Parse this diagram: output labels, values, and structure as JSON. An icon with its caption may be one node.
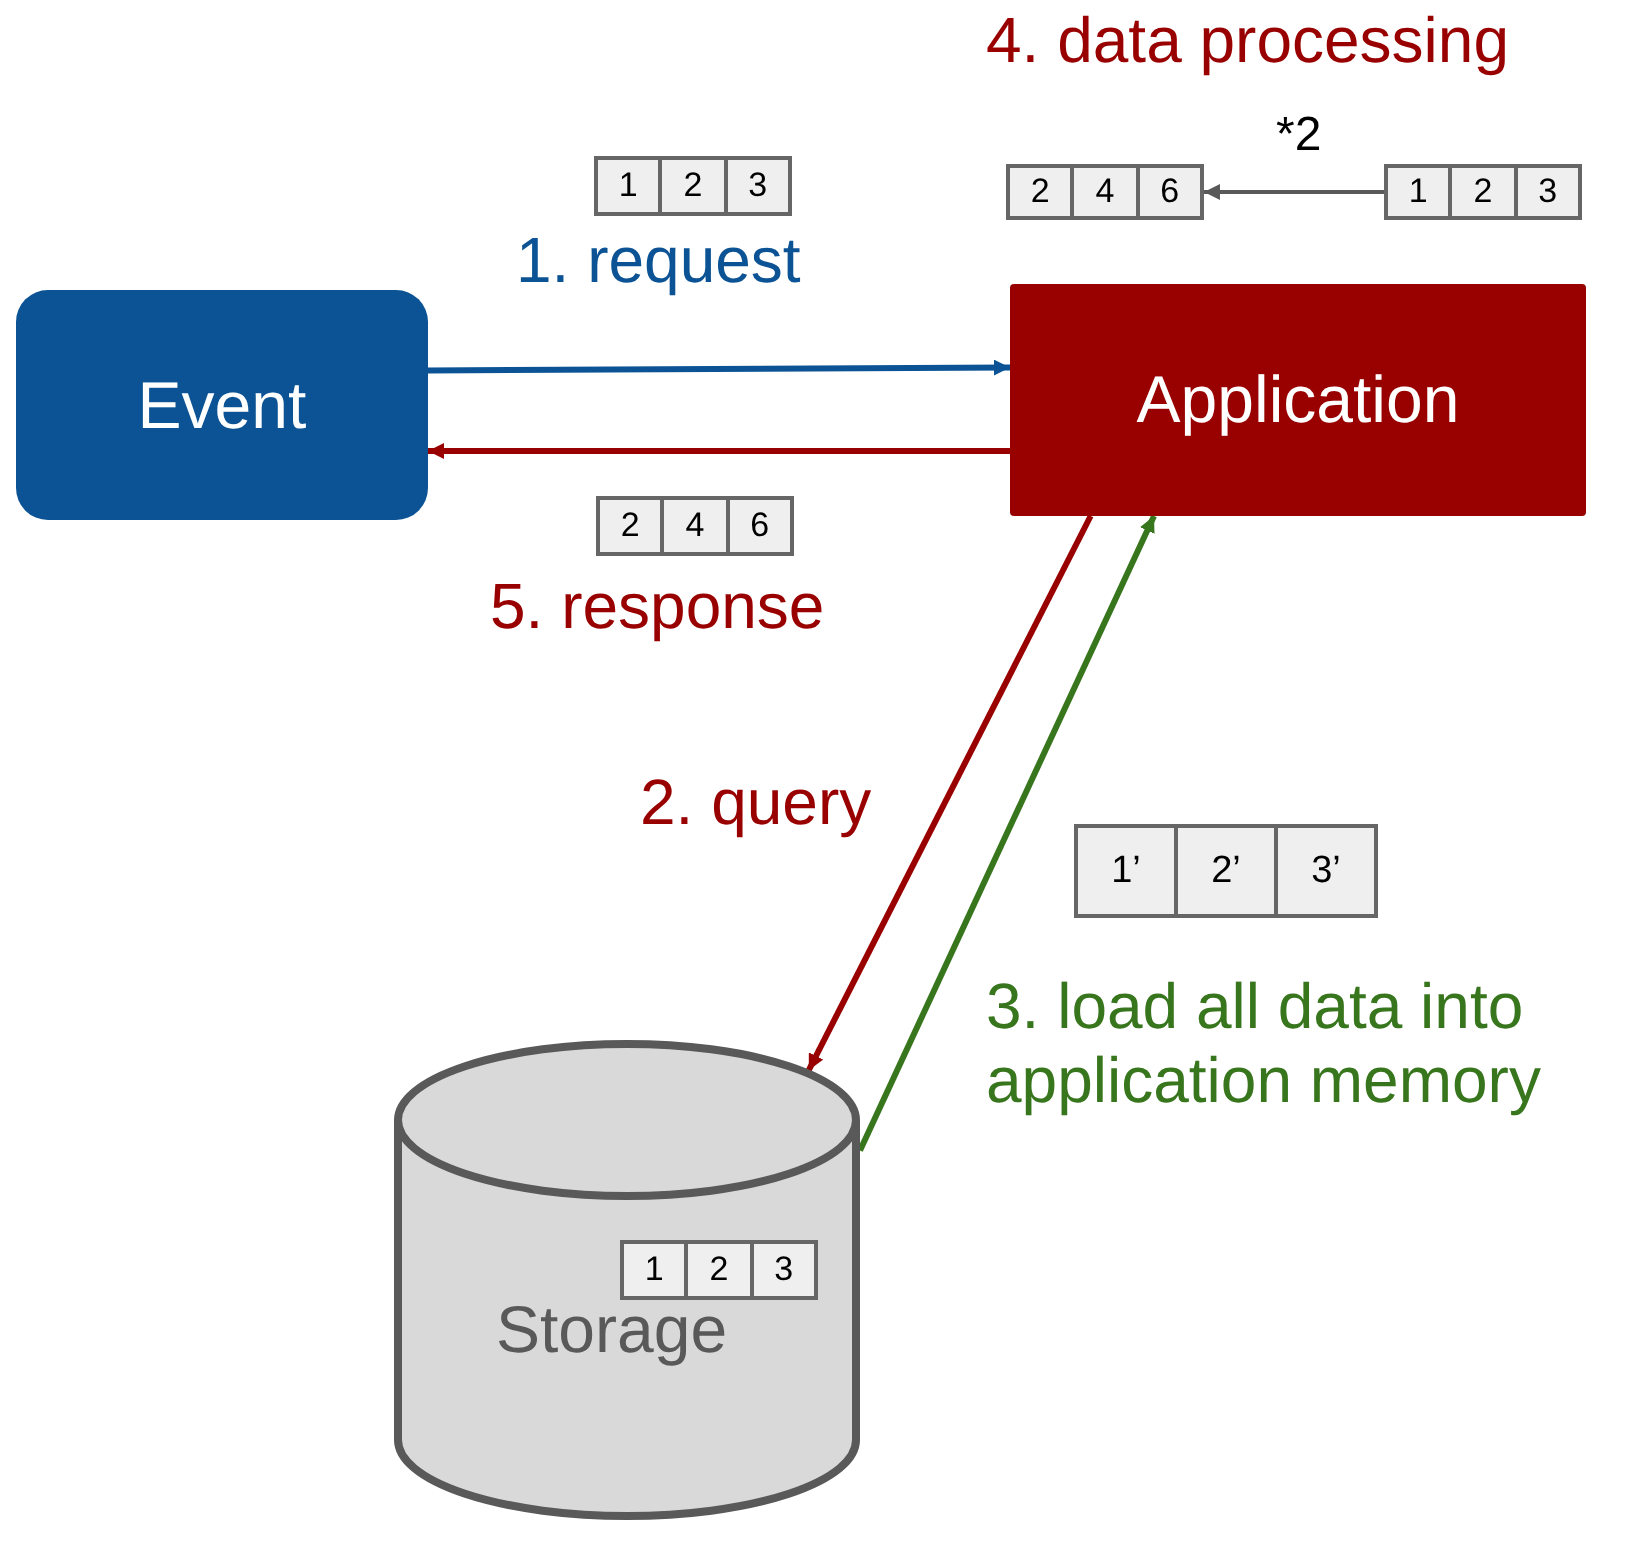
{
  "diagram": {
    "nodes": [
      {
        "text": [
          "Event"
        ]
      },
      {
        "text": [
          "Application"
        ]
      },
      {
        "text": [
          "1",
          "2",
          "3"
        ]
      },
      {
        "text": [
          "2",
          "4",
          "6"
        ]
      },
      {
        "text": [
          "2",
          "4",
          "6"
        ]
      },
      {
        "text": [
          "1",
          "2",
          "3"
        ]
      },
      {
        "text": [
          "1’",
          "2’",
          "3’"
        ]
      },
      {
        "text": [
          "Storage"
        ]
      },
      {
        "text": [
          "1",
          "2",
          "3"
        ],
        "in": 7
      }
    ],
    "edges": [
      {
        "from": 0,
        "to": 1,
        "arrow": "to",
        "label": "1. request",
        "color": "#0b5394"
      },
      {
        "from": 1,
        "to": 0,
        "arrow": "to",
        "label": "5. response",
        "color": "#990000"
      },
      {
        "from": 1,
        "to": 7,
        "arrow": "to",
        "label": "2. query",
        "color": "#990000"
      },
      {
        "from": 7,
        "to": 1,
        "arrow": "to",
        "label": "3. load all data into application memory",
        "color": "#38761d"
      },
      {
        "from": 5,
        "to": 4,
        "arrow": "to",
        "label": "*2",
        "color": "#595959"
      }
    ],
    "labels": [
      "4. data processing"
    ]
  }
}
